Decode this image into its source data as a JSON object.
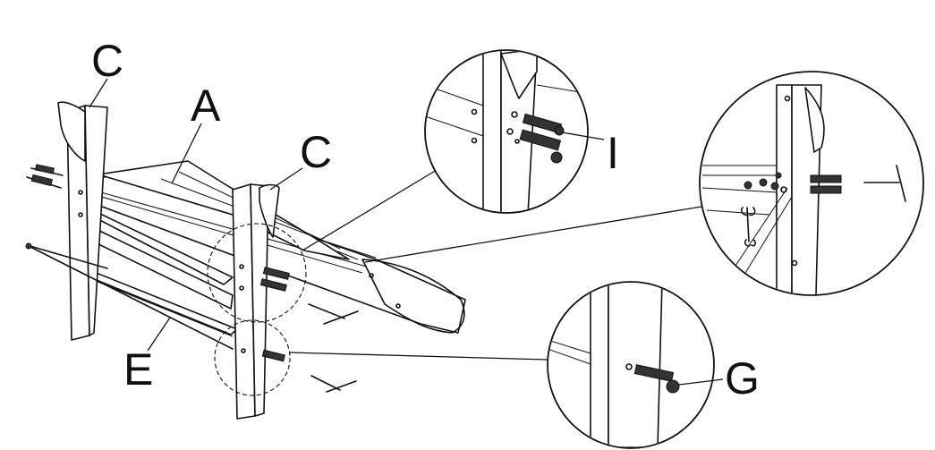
{
  "labels": {
    "a": "A",
    "c_left": "C",
    "c_right": "C",
    "e": "E",
    "i": "I",
    "g": "G"
  },
  "icons": [
    "bolt-icon",
    "hex-key-icon",
    "wrench-icon",
    "washer-icon"
  ]
}
